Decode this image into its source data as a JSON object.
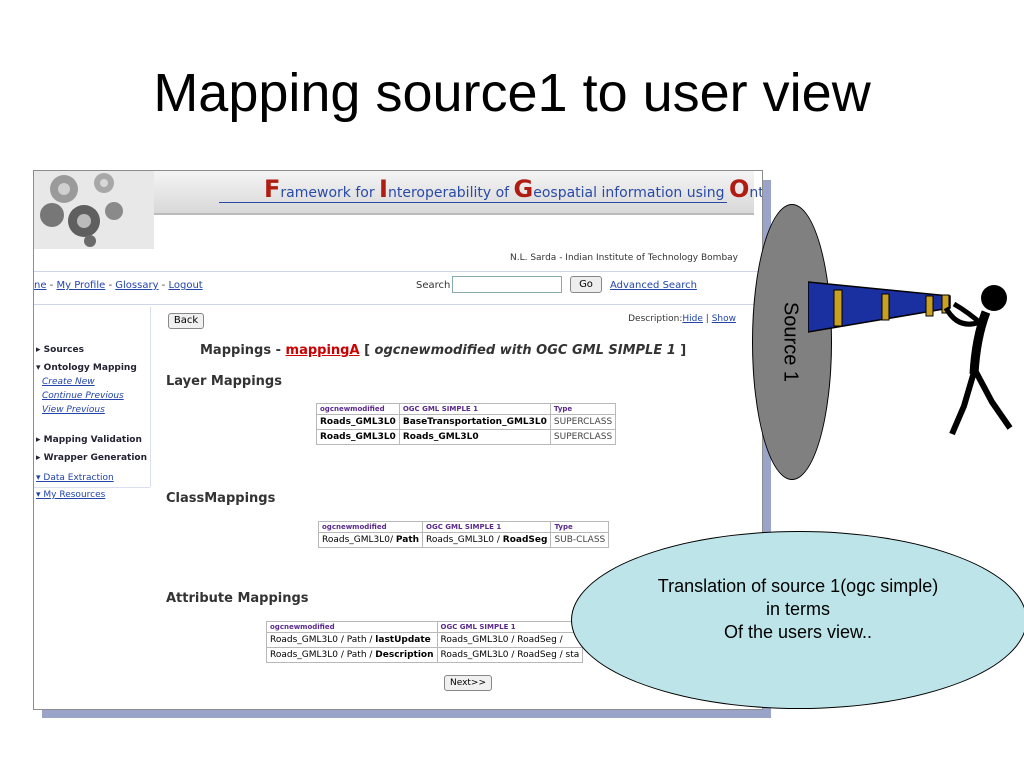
{
  "slide": {
    "title": "Mapping source1 to user view"
  },
  "app": {
    "banner": {
      "f": "F",
      "w1": "ramework for ",
      "i": "I",
      "w2": "nteroperability of ",
      "g": "G",
      "w3": "eospatial information using ",
      "o": "O",
      "w4": "ntologies"
    },
    "institute": "N.L. Sarda - Indian Institute of Technology Bombay",
    "nav": {
      "home": "ne",
      "sep1": " - ",
      "profile": "My Profile",
      "sep2": " - ",
      "glossary": "Glossary",
      "sep3": " - ",
      "logout": "Logout"
    },
    "search": {
      "label": "Search",
      "value": "",
      "go": "Go",
      "advanced": "Advanced Search"
    },
    "sidebar": {
      "sources": "Sources",
      "ontology_mapping": "Ontology Mapping",
      "create_new": "Create New",
      "continue_previous": "Continue Previous",
      "view_previous": "View Previous",
      "mapping_validation": "Mapping Validation",
      "wrapper_generation": "Wrapper Generation",
      "data_extraction": "Data Extraction",
      "my_resources": "My Resources"
    },
    "back": "Back",
    "description": {
      "label": "Description:",
      "hide": "Hide",
      "sep": " | ",
      "show": "Show"
    },
    "mapping": {
      "prefix": "Mappings - ",
      "name": "mappingA",
      "open": " [ ",
      "source": "ogcnewmodified",
      "with": " with ",
      "target": "OGC GML SIMPLE 1",
      "close": " ]"
    },
    "layer": {
      "title": "Layer Mappings",
      "headers": [
        "ogcnewmodified",
        "OGC GML SIMPLE 1",
        "Type"
      ],
      "rows": [
        [
          "Roads_GML3L0",
          "BaseTransportation_GML3L0",
          "SUPERCLASS"
        ],
        [
          "Roads_GML3L0",
          "Roads_GML3L0",
          "SUPERCLASS"
        ]
      ]
    },
    "class": {
      "title": "ClassMappings",
      "headers": [
        "ogcnewmodified",
        "OGC GML SIMPLE 1",
        "Type"
      ],
      "row": {
        "src_a": "Roads_GML3L0/ ",
        "src_b": "Path",
        "tgt_a": "Roads_GML3L0 / ",
        "tgt_b": "RoadSeg",
        "type": "SUB-CLASS"
      }
    },
    "attribute": {
      "title": "Attribute Mappings",
      "headers": [
        "ogcnewmodified",
        "OGC GML SIMPLE 1"
      ],
      "rows": [
        {
          "src_a": "Roads_GML3L0 / Path / ",
          "src_b": "lastUpdate",
          "tgt": "Roads_GML3L0 / RoadSeg / "
        },
        {
          "src_a": "Roads_GML3L0 / Path / ",
          "src_b": "Description",
          "tgt": "Roads_GML3L0 / RoadSeg / sta"
        }
      ]
    },
    "next": "Next>>"
  },
  "callouts": {
    "source": "Source 1",
    "translation": [
      "Translation of source 1(ogc simple)",
      "in terms",
      "Of the users view.."
    ]
  },
  "colors": {
    "banner_blue": "#2a4aa6",
    "banner_red": "#b01c12",
    "link": "#2244aa",
    "mapping_red": "#cc0000",
    "source_fill": "#808080",
    "translation_fill": "#bde4e8",
    "telescope": "#1a2fa0"
  }
}
